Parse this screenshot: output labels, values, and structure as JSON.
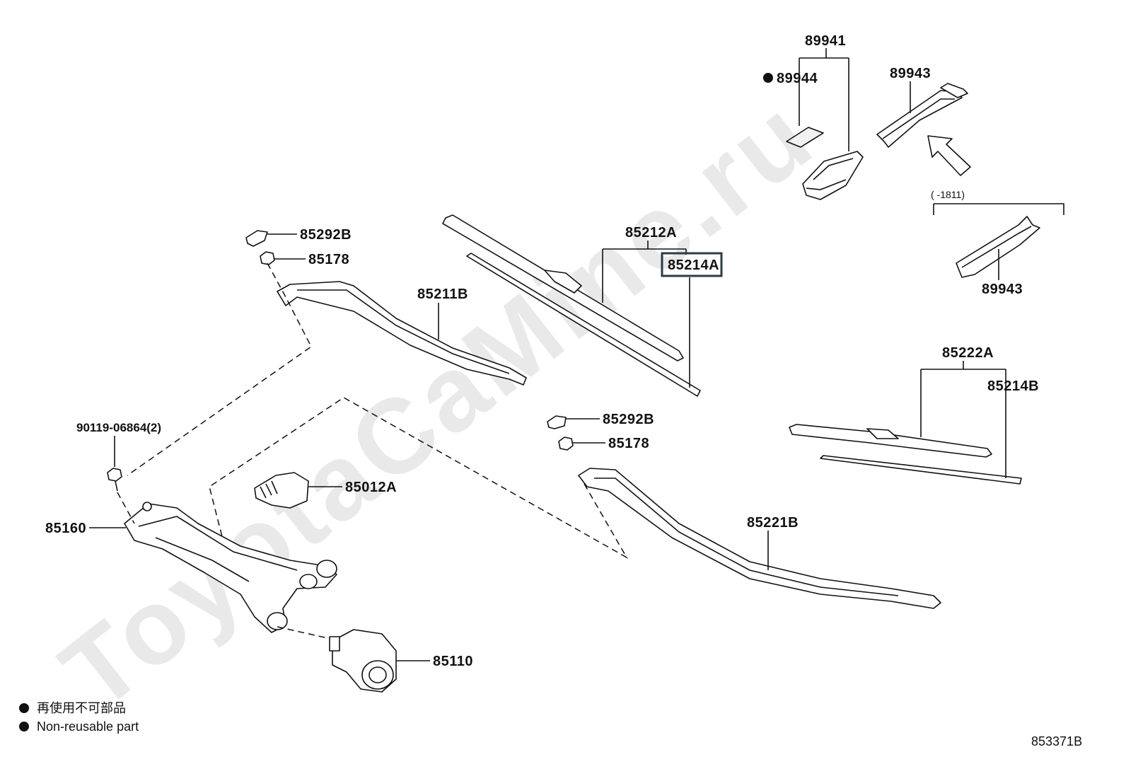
{
  "watermark": "ToyotaCaMine.ru",
  "labels": {
    "p89941": "89941",
    "p89944": "89944",
    "p89943_top": "89943",
    "p89943_bottom": "89943",
    "date_range": "(    -1811)",
    "p85292B_top": "85292B",
    "p85178_top": "85178",
    "p85211B": "85211B",
    "p85212A": "85212A",
    "p85214A": "85214A",
    "p85292B_mid": "85292B",
    "p85178_mid": "85178",
    "p85222A": "85222A",
    "p85214B": "85214B",
    "p90119": "90119-06864(2)",
    "p85012A": "85012A",
    "p85160": "85160",
    "p85221B": "85221B",
    "p85110": "85110"
  },
  "legend": {
    "line1": "再使用不可部品",
    "line2": "Non-reusable part"
  },
  "diagram_id": "853371B"
}
